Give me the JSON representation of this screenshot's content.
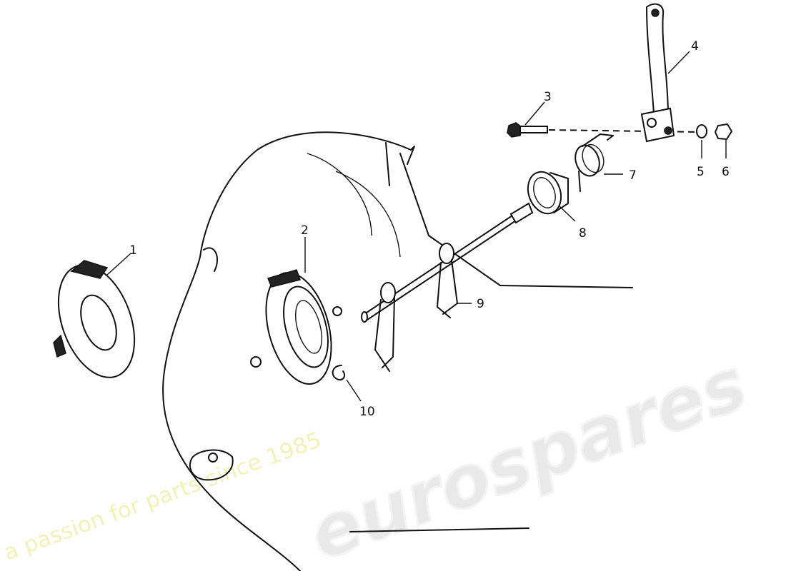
{
  "watermark": {
    "brand": "eurospares",
    "tagline": "a passion for parts since 1985",
    "brand_color": "#e9e9e9",
    "tagline_color": "#f3f1b8"
  },
  "callouts": [
    "1",
    "2",
    "3",
    "4",
    "5",
    "6",
    "7",
    "8",
    "9",
    "10"
  ]
}
